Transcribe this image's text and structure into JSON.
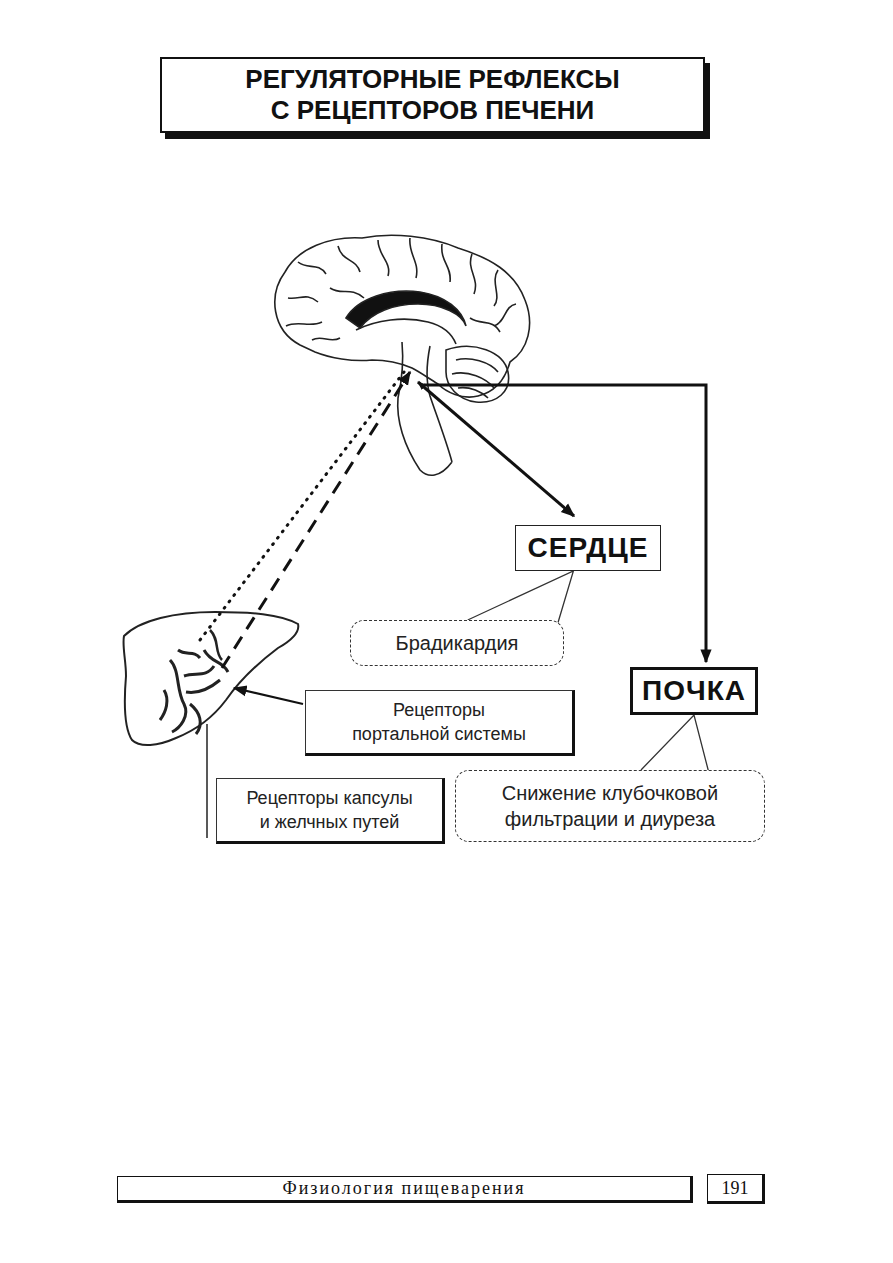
{
  "diagram": {
    "title": "РЕГУЛЯТОРНЫЕ РЕФЛЕКСЫ С РЕЦЕПТОРОВ ПЕЧЕНИ",
    "nodes": [
      {
        "text": [
          "СЕРДЦЕ"
        ]
      },
      {
        "text": [
          "Брадикардия"
        ]
      },
      {
        "text": [
          "ПОЧКА"
        ]
      },
      {
        "text": [
          "Снижение клубочковой фильтрации и диуреза"
        ]
      },
      {
        "text": [
          "Рецепторы портальной системы"
        ]
      },
      {
        "text": [
          "Рецепторы капсулы и желчных путей"
        ]
      }
    ],
    "edges": [
      {
        "from": 0,
        "to": 1,
        "arrow": "none"
      },
      {
        "from": 2,
        "to": 3,
        "arrow": "none"
      }
    ],
    "labels": [
      "Физиология пищеварения",
      "191"
    ]
  }
}
